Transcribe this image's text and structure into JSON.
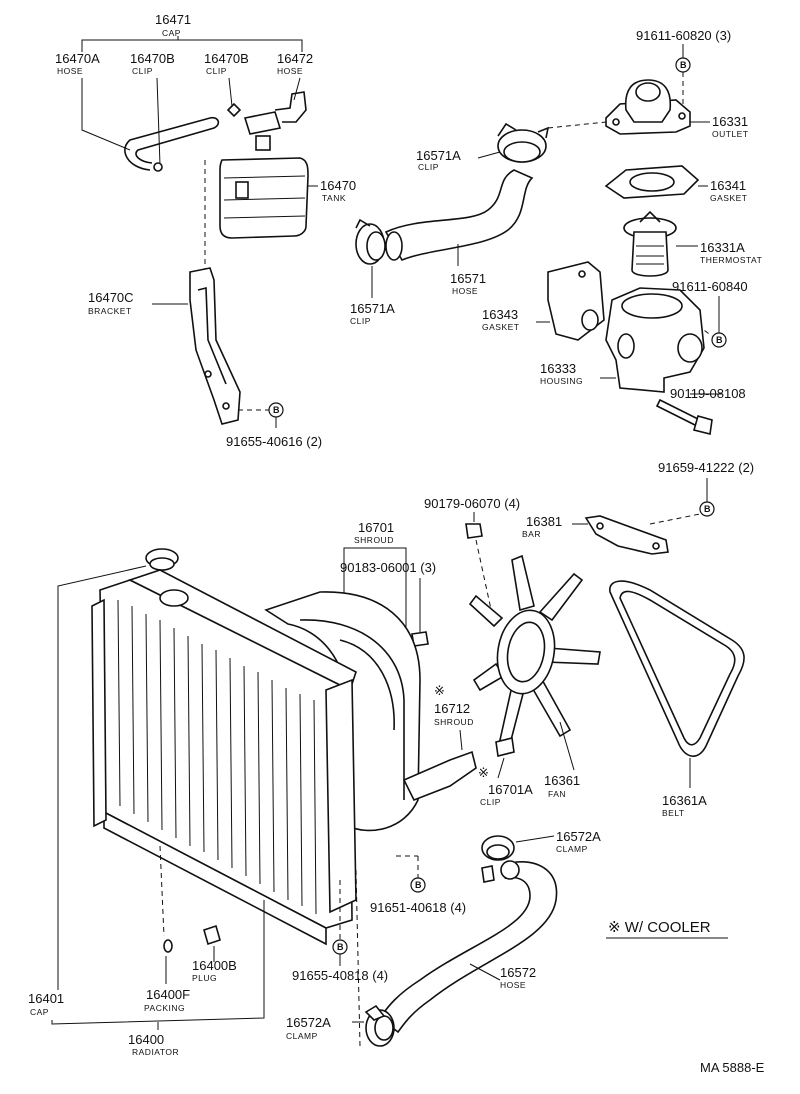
{
  "diagram": {
    "callouts": [
      {
        "id": "16471",
        "number": "16471",
        "name": "CAP"
      },
      {
        "id": "16470A",
        "number": "16470A",
        "name": "HOSE"
      },
      {
        "id": "16470B-1",
        "number": "16470B",
        "name": "CLIP"
      },
      {
        "id": "16470B-2",
        "number": "16470B",
        "name": "CLIP"
      },
      {
        "id": "16472",
        "number": "16472",
        "name": "HOSE"
      },
      {
        "id": "16470",
        "number": "16470",
        "name": "TANK"
      },
      {
        "id": "16470C",
        "number": "16470C",
        "name": "BRACKET"
      },
      {
        "id": "91655-40616",
        "number": "91655-40616 (2)",
        "name": ""
      },
      {
        "id": "91611-60820",
        "number": "91611-60820 (3)",
        "name": ""
      },
      {
        "id": "16331",
        "number": "16331",
        "name": "OUTLET"
      },
      {
        "id": "16571A-top",
        "number": "16571A",
        "name": "CLIP"
      },
      {
        "id": "16341",
        "number": "16341",
        "name": "GASKET"
      },
      {
        "id": "16331A",
        "number": "16331A",
        "name": "THERMOSTAT"
      },
      {
        "id": "16571",
        "number": "16571",
        "name": "HOSE"
      },
      {
        "id": "91611-60840",
        "number": "91611-60840",
        "name": ""
      },
      {
        "id": "16571A-bot",
        "number": "16571A",
        "name": "CLIP"
      },
      {
        "id": "16343",
        "number": "16343",
        "name": "GASKET"
      },
      {
        "id": "16333",
        "number": "16333",
        "name": "HOUSING"
      },
      {
        "id": "90119-08108",
        "number": "90119-08108",
        "name": ""
      },
      {
        "id": "91659-41222",
        "number": "91659-41222 (2)",
        "name": ""
      },
      {
        "id": "90179-06070",
        "number": "90179-06070 (4)",
        "name": ""
      },
      {
        "id": "16381",
        "number": "16381",
        "name": "BAR"
      },
      {
        "id": "16701",
        "number": "16701",
        "name": "SHROUD"
      },
      {
        "id": "90183-06001",
        "number": "90183-06001 (3)",
        "name": ""
      },
      {
        "id": "16712",
        "number": "16712",
        "name": "SHROUD"
      },
      {
        "id": "16701A",
        "number": "16701A",
        "name": "CLIP"
      },
      {
        "id": "16361",
        "number": "16361",
        "name": "FAN"
      },
      {
        "id": "16361A",
        "number": "16361A",
        "name": "BELT"
      },
      {
        "id": "16572A-top",
        "number": "16572A",
        "name": "CLAMP"
      },
      {
        "id": "91651-40618",
        "number": "91651-40618 (4)",
        "name": ""
      },
      {
        "id": "16400B",
        "number": "16400B",
        "name": "PLUG"
      },
      {
        "id": "91655-40818",
        "number": "91655-40818 (4)",
        "name": ""
      },
      {
        "id": "16572",
        "number": "16572",
        "name": "HOSE"
      },
      {
        "id": "16401",
        "number": "16401",
        "name": "CAP"
      },
      {
        "id": "16400F",
        "number": "16400F",
        "name": "PACKING"
      },
      {
        "id": "16572A-bot",
        "number": "16572A",
        "name": "CLAMP"
      },
      {
        "id": "16400",
        "number": "16400",
        "name": "RADIATOR"
      }
    ],
    "marker_letter": "B",
    "cooler_symbol": "※",
    "cooler_note": "※ W/ COOLER",
    "drawing_code": "MA 5888-E"
  }
}
